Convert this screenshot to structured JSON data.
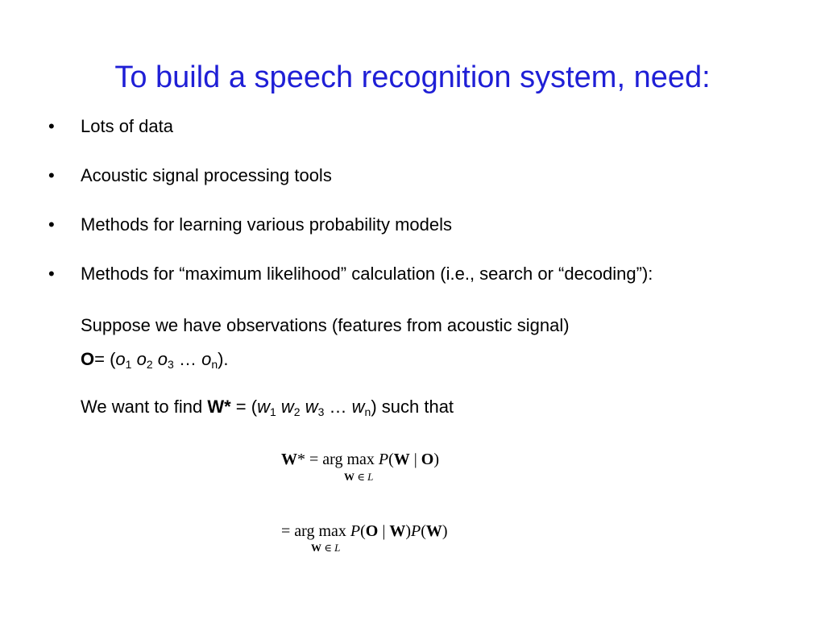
{
  "slide": {
    "title": "To build a speech recognition system, need:",
    "bullets": [
      "Lots of data",
      "Acoustic signal processing tools",
      "Methods for learning various probability models",
      "Methods for “maximum likelihood” calculation (i.e., search or “decoding”):"
    ],
    "bullet_glyph": "•",
    "para1": "Suppose we have observations (features from acoustic signal)",
    "para2": {
      "bold_symbol": "O",
      "eq": "= (",
      "o": "o",
      "s1": "1",
      "s2": "2",
      "s3": "3",
      "ellipsis": "…",
      "sn": "n",
      "close": ")."
    },
    "para3": {
      "lead": "We want to find ",
      "bold_symbol": "W*",
      "eq": " = (",
      "w": "w",
      "s1": "1",
      "s2": "2",
      "s3": "3",
      "ellipsis": "…",
      "sn": "n",
      "tail": ") such that"
    },
    "equation1": {
      "lhs_bold": "W",
      "lhs_star": "* = arg max ",
      "P": "P",
      "open": "(",
      "W": "W",
      "bar": " | ",
      "O": "O",
      "close": ")",
      "under_W": "W",
      "under_in": " ∈ ",
      "under_L": "L"
    },
    "equation2": {
      "lead": "= arg max ",
      "P1": "P",
      "open1": "(",
      "O": "O",
      "bar": " | ",
      "W1": "W",
      "close1": ")",
      "P2": "P",
      "open2": "(",
      "W2": "W",
      "close2": ")",
      "under_W": "W",
      "under_in": " ∈ ",
      "under_L": "L"
    },
    "colors": {
      "title": "#1f1fd6",
      "text": "#000000",
      "background": "#ffffff"
    }
  }
}
